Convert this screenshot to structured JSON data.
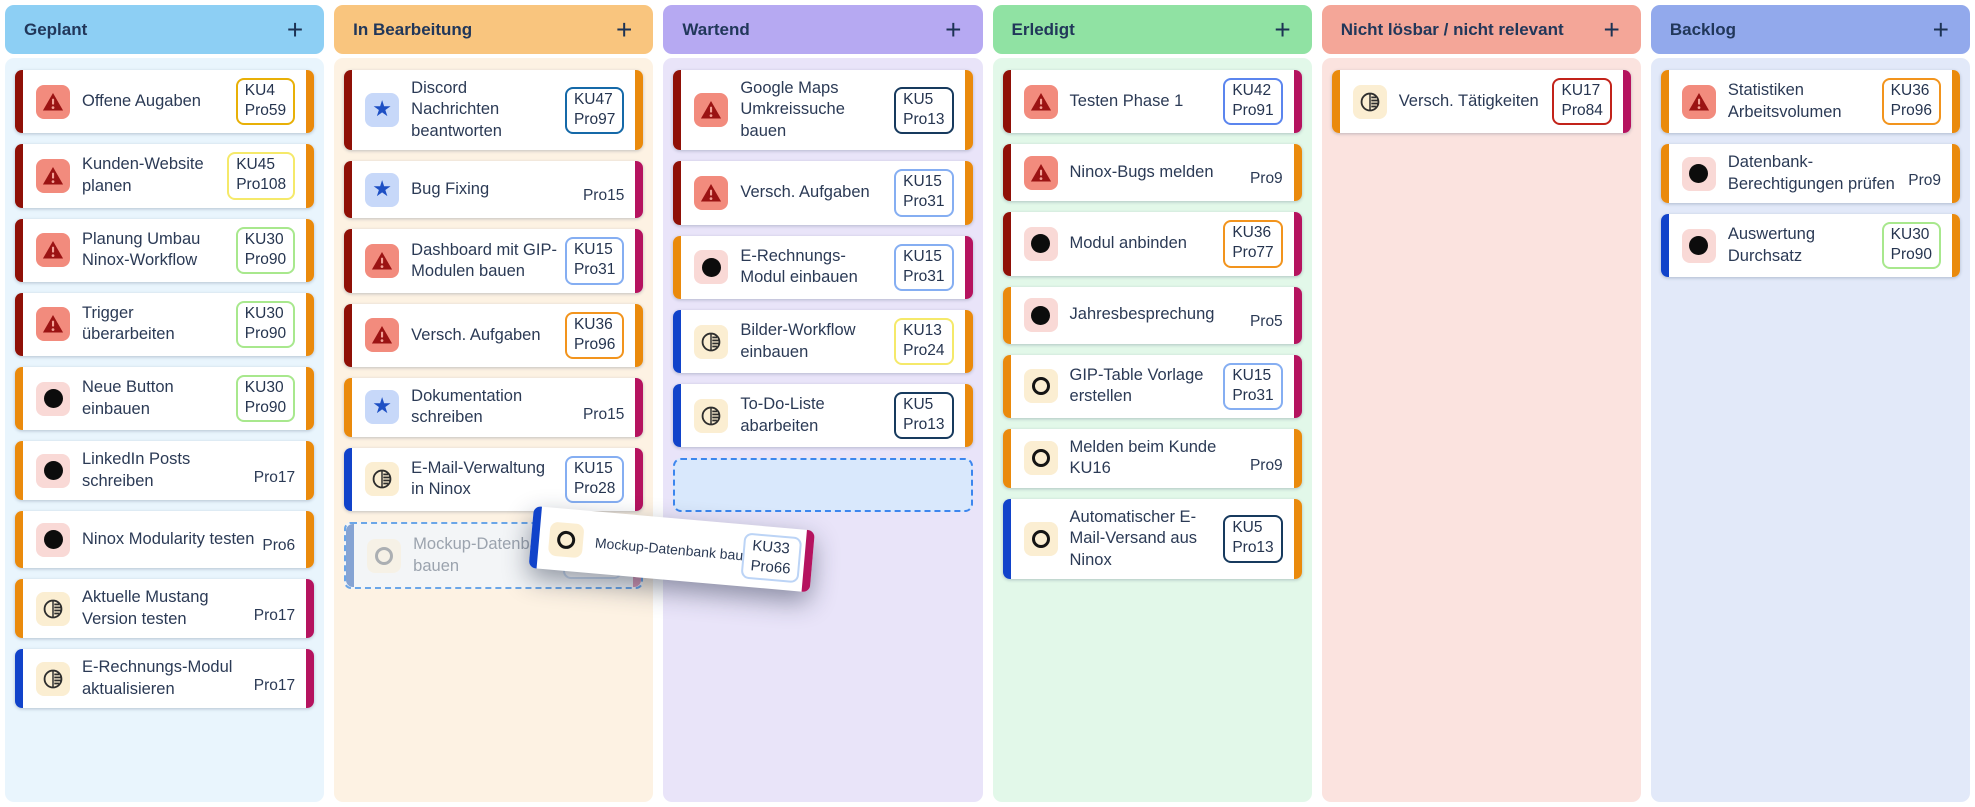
{
  "board": {
    "add_label": "+",
    "columns": [
      {
        "name": "Geplant",
        "header_bg": "#8dcff4",
        "body_bg": "#e9f5fd",
        "cards": [
          {
            "title": "Offene Augaben",
            "icon": "warning",
            "left": "maroon",
            "right": "orange",
            "ku": "KU4",
            "pro": "Pro59",
            "badge": "gold"
          },
          {
            "title": "Kunden-Website planen",
            "icon": "warning",
            "left": "maroon",
            "right": "orange",
            "ku": "KU45",
            "pro": "Pro108",
            "badge": "yellow"
          },
          {
            "title": "Planung Umbau Ninox-Workflow",
            "icon": "warning",
            "left": "maroon",
            "right": "orange",
            "ku": "KU30",
            "pro": "Pro90",
            "badge": "green"
          },
          {
            "title": "Trigger überarbeiten",
            "icon": "warning",
            "left": "maroon",
            "right": "orange",
            "ku": "KU30",
            "pro": "Pro90",
            "badge": "green"
          },
          {
            "title": "Neue Button einbauen",
            "icon": "circle",
            "left": "orange",
            "right": "orange",
            "ku": "KU30",
            "pro": "Pro90",
            "badge": "green"
          },
          {
            "title": "LinkedIn Posts schreiben",
            "icon": "circle",
            "left": "orange",
            "right": "orange",
            "pro": "Pro17"
          },
          {
            "title": "Ninox Modularity testen",
            "icon": "circle",
            "left": "orange",
            "right": "orange",
            "pro": "Pro6"
          },
          {
            "title": "Aktuelle Mustang Version testen",
            "icon": "contrast",
            "left": "orange",
            "right": "magenta",
            "pro": "Pro17"
          },
          {
            "title": "E-Rechnungs-Modul aktualisieren",
            "icon": "contrast",
            "left": "blue",
            "right": "magenta",
            "pro": "Pro17"
          }
        ]
      },
      {
        "name": "In Bearbeitung",
        "header_bg": "#f9c57e",
        "body_bg": "#fdf2e3",
        "cards": [
          {
            "title": "Discord Nachrichten beantworten",
            "icon": "star",
            "left": "maroon",
            "right": "orange",
            "ku": "KU47",
            "pro": "Pro97",
            "badge": "steelblue"
          },
          {
            "title": "Bug Fixing",
            "icon": "star",
            "left": "maroon",
            "right": "magenta",
            "pro": "Pro15"
          },
          {
            "title": "Dashboard mit GIP-Modulen bauen",
            "icon": "warning",
            "left": "maroon",
            "right": "magenta",
            "ku": "KU15",
            "pro": "Pro31",
            "badge": "lightblue"
          },
          {
            "title": "Versch. Aufgaben",
            "icon": "warning",
            "left": "maroon",
            "right": "orange",
            "ku": "KU36",
            "pro": "Pro96",
            "badge": "orangebadge"
          },
          {
            "title": "Dokumentation schreiben",
            "icon": "star",
            "left": "orange",
            "right": "magenta",
            "pro": "Pro15"
          },
          {
            "title": "E-Mail-Verwaltung in Ninox",
            "icon": "contrast",
            "left": "blue",
            "right": "magenta",
            "ku": "KU15",
            "pro": "Pro28",
            "badge": "lightblue"
          },
          {
            "type": "ghost",
            "title": "Mockup-Datenbank bauen",
            "icon": "ring",
            "left": "ghostblue",
            "right": "ghostmagenta",
            "ku": "KU33",
            "pro": "Pro66",
            "badge": "ghostpale"
          }
        ]
      },
      {
        "name": "Wartend",
        "header_bg": "#b6a9f2",
        "body_bg": "#e9e4f9",
        "cards": [
          {
            "title": "Google Maps Umkreissuche bauen",
            "icon": "warning",
            "left": "maroon",
            "right": "orange",
            "ku": "KU5",
            "pro": "Pro13",
            "badge": "navy"
          },
          {
            "title": "Versch. Aufgaben",
            "icon": "warning",
            "left": "maroon",
            "right": "orange",
            "ku": "KU15",
            "pro": "Pro31",
            "badge": "lightblue"
          },
          {
            "title": "E-Rechnungs-Modul einbauen",
            "icon": "circle",
            "left": "orange",
            "right": "magenta",
            "ku": "KU15",
            "pro": "Pro31",
            "badge": "lightblue"
          },
          {
            "title": "Bilder-Workflow einbauen",
            "icon": "contrast",
            "left": "blue",
            "right": "orange",
            "ku": "KU13",
            "pro": "Pro24",
            "badge": "yellow"
          },
          {
            "title": "To-Do-Liste abarbeiten",
            "icon": "contrast",
            "left": "blue",
            "right": "orange",
            "ku": "KU5",
            "pro": "Pro13",
            "badge": "navy"
          },
          {
            "type": "placeholder"
          }
        ]
      },
      {
        "name": "Erledigt",
        "header_bg": "#90e2a3",
        "body_bg": "#e2f8e9",
        "cards": [
          {
            "title": "Testen Phase 1",
            "icon": "warning",
            "left": "maroon",
            "right": "magenta",
            "ku": "KU42",
            "pro": "Pro91",
            "badge": "medblue"
          },
          {
            "title": "Ninox-Bugs melden",
            "icon": "warning",
            "left": "maroon",
            "right": "orange",
            "pro": "Pro9"
          },
          {
            "title": "Modul anbinden",
            "icon": "circle",
            "left": "maroon",
            "right": "magenta",
            "ku": "KU36",
            "pro": "Pro77",
            "badge": "orangebadge"
          },
          {
            "title": "Jahresbesprechung",
            "icon": "circle",
            "left": "orange",
            "right": "magenta",
            "pro": "Pro5"
          },
          {
            "title": "GIP-Table Vorlage erstellen",
            "icon": "ring",
            "left": "orange",
            "right": "magenta",
            "ku": "KU15",
            "pro": "Pro31",
            "badge": "lightblue"
          },
          {
            "title": "Melden beim Kunde KU16",
            "icon": "ring",
            "left": "orange",
            "right": "orange",
            "pro": "Pro9"
          },
          {
            "title": "Automatischer E-Mail-Versand aus Ninox",
            "icon": "ring",
            "left": "blue",
            "right": "orange",
            "ku": "KU5",
            "pro": "Pro13",
            "badge": "navy"
          }
        ]
      },
      {
        "name": "Nicht lösbar / nicht relevant",
        "header_bg": "#f4a698",
        "body_bg": "#fbe3df",
        "cards": [
          {
            "title": "Versch. Tätigkeiten",
            "icon": "contrast",
            "left": "orange",
            "right": "magenta",
            "ku": "KU17",
            "pro": "Pro84",
            "badge": "red"
          }
        ]
      },
      {
        "name": "Backlog",
        "header_bg": "#92a9ec",
        "body_bg": "#e2e9f9",
        "cards": [
          {
            "title": "Statistiken Arbeitsvolumen",
            "icon": "warning",
            "left": "orange",
            "right": "orange",
            "ku": "KU36",
            "pro": "Pro96",
            "badge": "orangebadge"
          },
          {
            "title": "Datenbank-Berechtigungen prüfen",
            "icon": "circle",
            "left": "orange",
            "right": "orange",
            "pro": "Pro9"
          },
          {
            "title": "Auswertung Durchsatz",
            "icon": "circle",
            "left": "blue",
            "right": "orange",
            "ku": "KU30",
            "pro": "Pro90",
            "badge": "green"
          }
        ]
      }
    ],
    "drag_card": {
      "title": "Mockup-Datenbank bauen",
      "icon": "ring",
      "left": "blue",
      "right": "magenta",
      "ku": "KU33",
      "pro": "Pro66",
      "badge": "pale"
    }
  },
  "colors": {
    "maroon": "#8f1007",
    "orange": "#ea8a0c",
    "magenta": "#b5135f",
    "blue": "#1143ca",
    "ghostblue": "#85a3d3",
    "ghostmagenta": "#d898b4",
    "gold": "#e8b007",
    "yellow": "#f5e96a",
    "green": "#a8e88d",
    "steelblue": "#1569a8",
    "lightblue": "#85aef2",
    "medblue": "#5b85ee",
    "orangebadge": "#f2941d",
    "navy": "#173a5e",
    "red": "#c2231a",
    "pale": "#bcd4f6",
    "ghostpale": "#cddcf0"
  }
}
